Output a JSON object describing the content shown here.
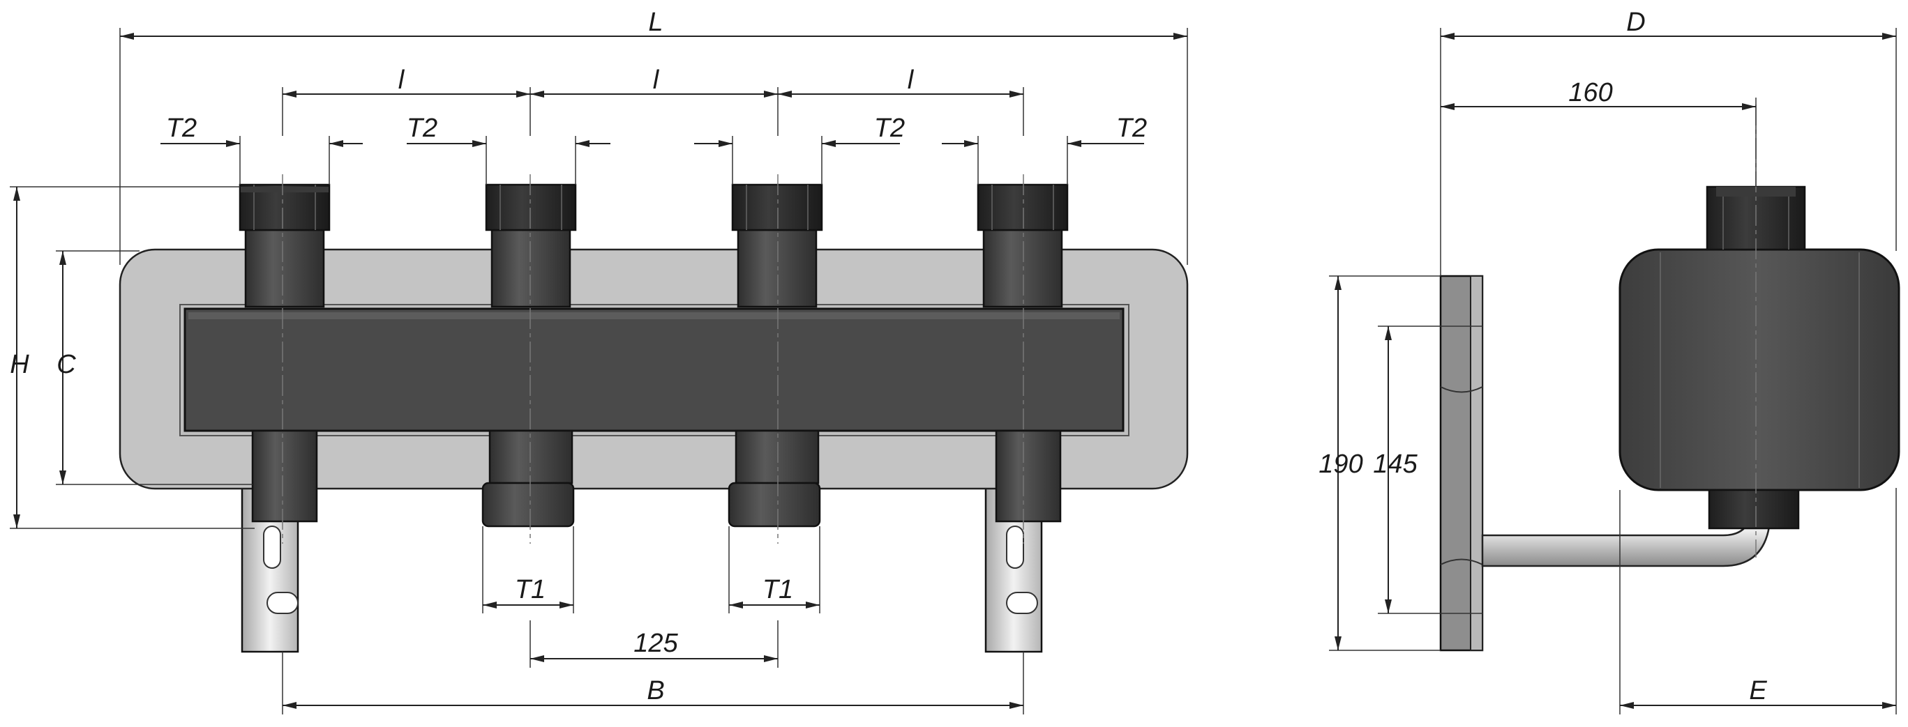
{
  "front_view": {
    "labels": {
      "overall_length": "L",
      "spacing_1": "l",
      "spacing_2": "l",
      "spacing_3": "l",
      "top_thread_1": "T2",
      "top_thread_2": "T2",
      "top_thread_3": "T2",
      "top_thread_4": "T2",
      "height": "H",
      "center": "C",
      "bottom_thread_1": "T1",
      "bottom_thread_2": "T1",
      "bottom_spacing": "125",
      "bracket_spacing": "B"
    }
  },
  "side_view": {
    "labels": {
      "depth": "D",
      "offset": "160",
      "plate_height": "190",
      "hole_spacing": "145",
      "body_offset": "E"
    }
  },
  "colors": {
    "insulation": "#c4c4c4",
    "body": "#4a4a4a",
    "nut": "#2a2a2a",
    "bracket": "#d9d9d9",
    "line": "#222222"
  }
}
